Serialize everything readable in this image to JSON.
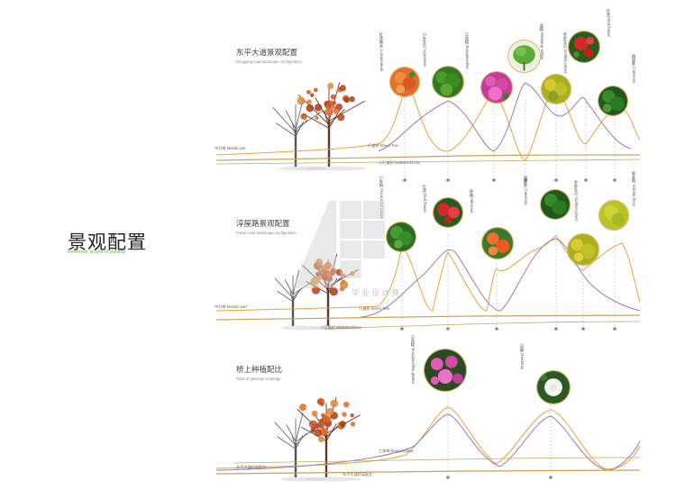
{
  "page": {
    "title": "景观配置",
    "subtitle": "Reference picture of planting"
  },
  "colors": {
    "curve_purple": "#9b7bb0",
    "curve_orange": "#e8a23c",
    "curve_olive": "#b3ad66",
    "baseline": "#caa35c",
    "title_green": "#6ab04c"
  },
  "sections": [
    {
      "title": "东平大道景观配置",
      "subtitle": "Dongping road landscape configuration",
      "labels": {
        "median": "中分带 Middle part",
        "street_trees": "行道树 Street Tree",
        "sidewalk_trees": "人行道树 Walkshield tree"
      },
      "plants": [
        {
          "label": "红花檵木 Loropetalum"
        },
        {
          "label": "小叶女贞 Ligustrum"
        },
        {
          "label": "三角梅 Bougainvillea"
        },
        {
          "label": "垂柳 Weeping willow"
        },
        {
          "label": "金叶女贞 Golden privet"
        },
        {
          "label": "红花 Red flower"
        },
        {
          "label": "福建茶 Carmona"
        }
      ]
    },
    {
      "title": "淳屋路景观配置",
      "subtitle": "Fuhan road landscape configuration",
      "labels": {
        "median": "中分带 Median part",
        "street_trees": "行道树 Street Tree",
        "sidewalk_trees": "人行道树 Walkshield tree"
      },
      "plants": [
        {
          "label": "小叶榕 Ficus microcarpa"
        },
        {
          "label": "红花 Red flower"
        },
        {
          "label": "扶桑 Hibiscus"
        },
        {
          "label": "福建茶 Carmona"
        },
        {
          "label": "金叶女贞 Golden privet"
        },
        {
          "label": "黄金榕 Golden ficus"
        }
      ]
    },
    {
      "title": "桥上种植配比",
      "subtitle": "Ratio of planting on Bridge",
      "labels": {
        "median": "东平大道桥梁配比",
        "street_trees": "三角梅 Bougainvillea",
        "sidewalk_trees": "东平大道桥梁配比"
      },
      "plants": [
        {
          "label": "三角梅 Bougainvillea glabra"
        },
        {
          "label": "白蝉 Gardenia"
        }
      ]
    }
  ],
  "watermark": "毕业设计赛"
}
